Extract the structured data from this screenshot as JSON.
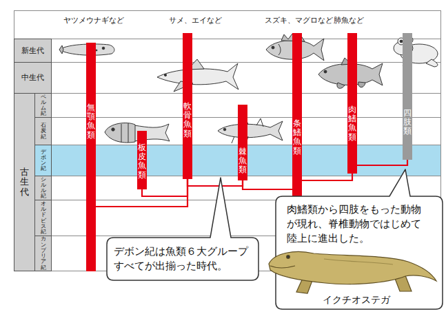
{
  "diagram": {
    "nodes": [
      {
        "text": [
          "新生代"
        ]
      },
      {
        "text": [
          "中生代"
        ]
      },
      {
        "text": [
          "古生代"
        ]
      },
      {
        "text": [
          "ペルム紀"
        ]
      },
      {
        "text": [
          "石炭紀"
        ]
      },
      {
        "text": [
          "デボン紀"
        ]
      },
      {
        "text": [
          "シルル紀"
        ]
      },
      {
        "text": [
          "オルドビス紀"
        ]
      },
      {
        "text": [
          "カンブリア紀"
        ]
      },
      {
        "text": [
          "無顎魚類"
        ]
      },
      {
        "text": [
          "軟骨魚類"
        ]
      },
      {
        "text": [
          "板皮魚類"
        ]
      },
      {
        "text": [
          "棘魚類"
        ]
      },
      {
        "text": [
          "条鰭魚類"
        ]
      },
      {
        "text": [
          "肉鰭魚類"
        ]
      },
      {
        "text": [
          "四肢類"
        ]
      },
      {
        "text": [
          "デボン紀は魚類６大グループ すべてが出揃った時代。"
        ]
      },
      {
        "text": [
          "肉鰭類から四肢をもった動物 が現れ、脊椎動物ではじめて 陸上に進出した。",
          "イクチオステガ"
        ]
      }
    ],
    "edges": [
      {
        "from": 9,
        "to": 10,
        "arrow": "none"
      },
      {
        "from": 10,
        "to": 11,
        "arrow": "none"
      },
      {
        "from": 10,
        "to": 12,
        "arrow": "none"
      },
      {
        "from": 12,
        "to": 13,
        "arrow": "none"
      },
      {
        "from": 13,
        "to": 14,
        "arrow": "none"
      },
      {
        "from": 14,
        "to": 15,
        "arrow": "none"
      }
    ],
    "labels": [
      "ヤツメウナギなど",
      "サメ、エイなど",
      "スズキ、マグロなど",
      "肺魚など"
    ]
  }
}
